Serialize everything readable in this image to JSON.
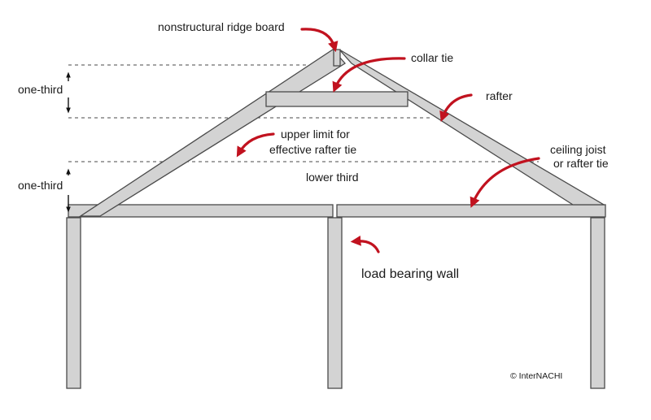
{
  "labels": {
    "ridge_board": "nonstructural ridge board",
    "collar_tie": "collar tie",
    "rafter": "rafter",
    "upper_limit_line1": "upper limit for",
    "upper_limit_line2": "effective rafter tie",
    "ceiling_joist_line1": "ceiling joist",
    "ceiling_joist_line2": "or rafter tie",
    "lower_third": "lower third",
    "one_third_top": "one-third",
    "one_third_bottom": "one-third",
    "load_bearing_wall": "load bearing wall",
    "copyright": "© InterNACHI"
  },
  "colors": {
    "arrow": "#c1121f",
    "member_fill": "#d3d3d3",
    "member_stroke": "#4a4a4a",
    "background": "#ffffff"
  }
}
